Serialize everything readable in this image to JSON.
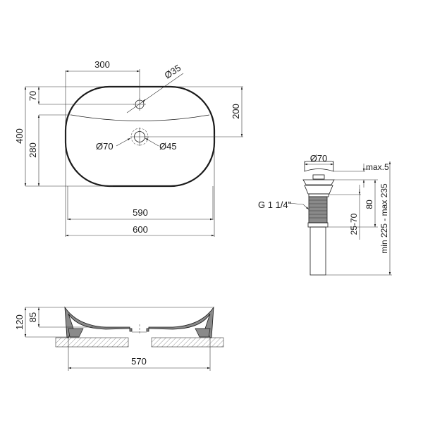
{
  "drawing": {
    "title": "Oval countertop washbasin technical drawing",
    "colors": {
      "line": "#1a1a1a",
      "fill_gray": "#8a8a8a",
      "background": "#ffffff"
    }
  },
  "top_view": {
    "dims": {
      "tap_hole_offset_x": "300",
      "tap_hole_diameter": "Ø35",
      "tap_hole_offset_y": "70",
      "depth_total": "400",
      "inner_depth": "280",
      "drain_offset_y": "200",
      "drain_outer_diameter": "Ø70",
      "drain_inner_diameter": "Ø45",
      "inner_width": "590",
      "outer_width": "600"
    }
  },
  "drain_view": {
    "dims": {
      "cap_diameter": "Ø70",
      "cap_lift": "max.5",
      "thread": "G 1 1/4\"",
      "thread_length": "80",
      "counter_thickness": "25-70",
      "total_length": "min 225 - max 235"
    }
  },
  "section_view": {
    "dims": {
      "height_total": "120",
      "bowl_depth": "85",
      "base_width": "570"
    }
  }
}
